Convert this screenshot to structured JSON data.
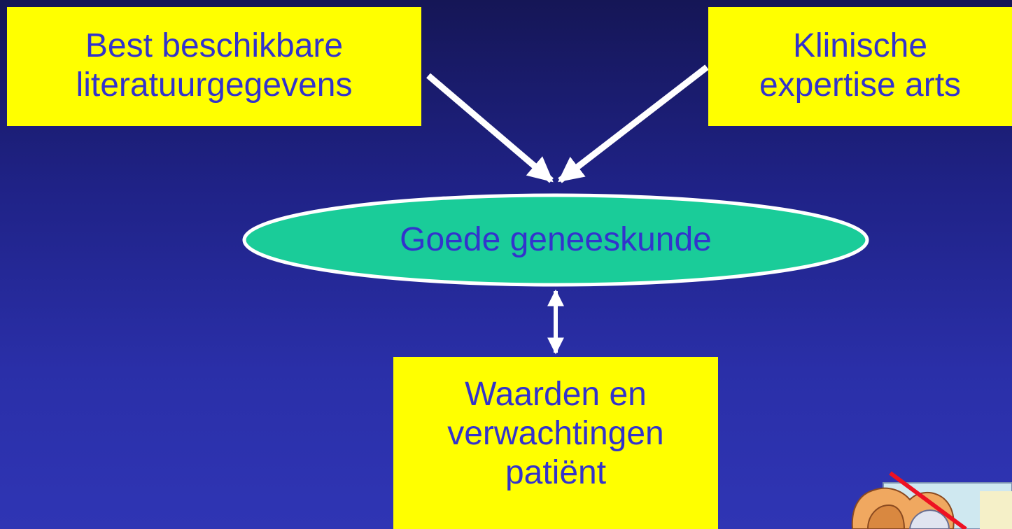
{
  "diagram": {
    "top_left_box": {
      "lines": [
        "Best beschikbare",
        "literatuurgegevens"
      ]
    },
    "top_right_box": {
      "lines": [
        "Klinische",
        "expertise arts"
      ]
    },
    "center_ellipse": {
      "label": "Goede geneeskunde"
    },
    "bottom_box": {
      "lines": [
        "Waarden en",
        "verwachtingen",
        "patiënt"
      ]
    },
    "icons": {
      "clipart": "crossed-out-doctor-clipart-icon"
    }
  },
  "colors": {
    "box_fill": "#ffff00",
    "text": "#3333cc",
    "ellipse_fill": "#1acc99",
    "arrow": "#ffffff",
    "background": "#2a2fa8"
  }
}
